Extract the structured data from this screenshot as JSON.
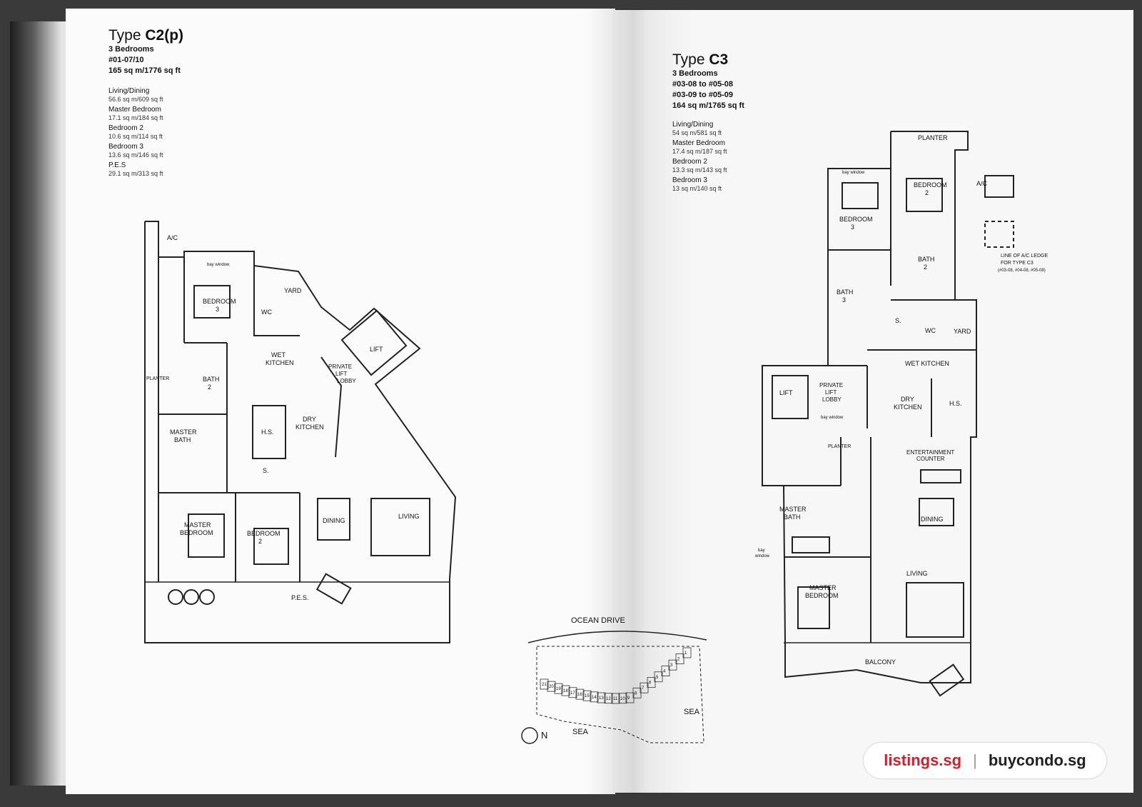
{
  "left": {
    "type_prefix": "Type ",
    "type_code": "C2(p)",
    "bedrooms": "3 Bedrooms",
    "units": [
      "#01-07/10"
    ],
    "total_area": "165 sq m/1776 sq ft",
    "areas": [
      {
        "label": "Living/Dining",
        "value": "56.6 sq m/609 sq ft"
      },
      {
        "label": "Master Bedroom",
        "value": "17.1 sq m/184 sq ft"
      },
      {
        "label": "Bedroom 2",
        "value": "10.6 sq m/114 sq ft"
      },
      {
        "label": "Bedroom 3",
        "value": "13.6 sq m/146 sq ft"
      },
      {
        "label": "P.E.S",
        "value": "29.1 sq m/313 sq ft"
      }
    ],
    "rooms": {
      "ac": "A/C",
      "bay": "bay window",
      "bedroom3": "BEDROOM",
      "bedroom3_n": "3",
      "yard": "YARD",
      "wc": "WC",
      "bath2": "BATH",
      "bath2_n": "2",
      "wet_kitchen_1": "WET",
      "wet_kitchen_2": "KITCHEN",
      "planter": "PLANTER",
      "lobby_1": "PRIVATE",
      "lobby_2": "LIFT",
      "lobby_3": "LOBBY",
      "lift": "LIFT",
      "hs": "H.S.",
      "dry_1": "DRY",
      "dry_2": "KITCHEN",
      "master_bath_1": "MASTER",
      "master_bath_2": "BATH",
      "s": "S.",
      "master_bed_1": "MASTER",
      "master_bed_2": "BEDROOM",
      "bedroom2": "BEDROOM",
      "bedroom2_n": "2",
      "dining": "DINING",
      "living": "LIVING",
      "pes": "P.E.S."
    }
  },
  "right": {
    "type_prefix": "Type ",
    "type_code": "C3",
    "bedrooms": "3 Bedrooms",
    "units": [
      "#03-08 to #05-08",
      "#03-09 to #05-09"
    ],
    "total_area": "164 sq m/1765 sq ft",
    "areas": [
      {
        "label": "Living/Dining",
        "value": "54 sq m/581 sq ft"
      },
      {
        "label": "Master Bedroom",
        "value": "17.4 sq m/187 sq ft"
      },
      {
        "label": "Bedroom 2",
        "value": "13.3 sq m/143 sq ft"
      },
      {
        "label": "Bedroom 3",
        "value": "13 sq m/140 sq ft"
      }
    ],
    "rooms": {
      "planter_top": "PLANTER",
      "bay": "bay window",
      "bedroom2": "BEDROOM",
      "bedroom2_n": "2",
      "ac": "A/C",
      "bedroom3": "BEDROOM",
      "bedroom3_n": "3",
      "bath2": "BATH",
      "bath2_n": "2",
      "ledge_1": "LINE OF A/C LEDGE",
      "ledge_2": "FOR TYPE C3",
      "ledge_3": "(#03-08, #04-08, #05-08)",
      "bath3": "BATH",
      "bath3_n": "3",
      "s": "S.",
      "wc": "WC",
      "yard": "YARD",
      "wet_kitchen": "WET KITCHEN",
      "lift": "LIFT",
      "lobby_1": "PRIVATE",
      "lobby_2": "LIFT",
      "lobby_3": "LOBBY",
      "bay2": "bay window",
      "dry_1": "DRY",
      "dry_2": "KITCHEN",
      "hs": "H.S.",
      "planter_mid": "PLANTER",
      "ent_1": "ENTERTAINMENT",
      "ent_2": "COUNTER",
      "master_bath_1": "MASTER",
      "master_bath_2": "BATH",
      "dining": "DINING",
      "bay3_1": "bay",
      "bay3_2": "window",
      "master_bed_1": "MASTER",
      "master_bed_2": "BEDROOM",
      "living": "LIVING",
      "balcony": "BALCONY"
    }
  },
  "site": {
    "road": "OCEAN DRIVE",
    "sea_east": "SEA",
    "sea_south": "SEA",
    "north": "N",
    "blocks": [
      "21",
      "20",
      "19",
      "18",
      "17",
      "16",
      "15",
      "14",
      "13",
      "12",
      "11",
      "10",
      "9",
      "8",
      "7",
      "6",
      "5",
      "4",
      "3",
      "2",
      "1"
    ]
  },
  "watermark": {
    "site_a": "listings.sg",
    "sep": "|",
    "site_b": "buycondo.sg",
    "color_a": "#d0202c"
  }
}
